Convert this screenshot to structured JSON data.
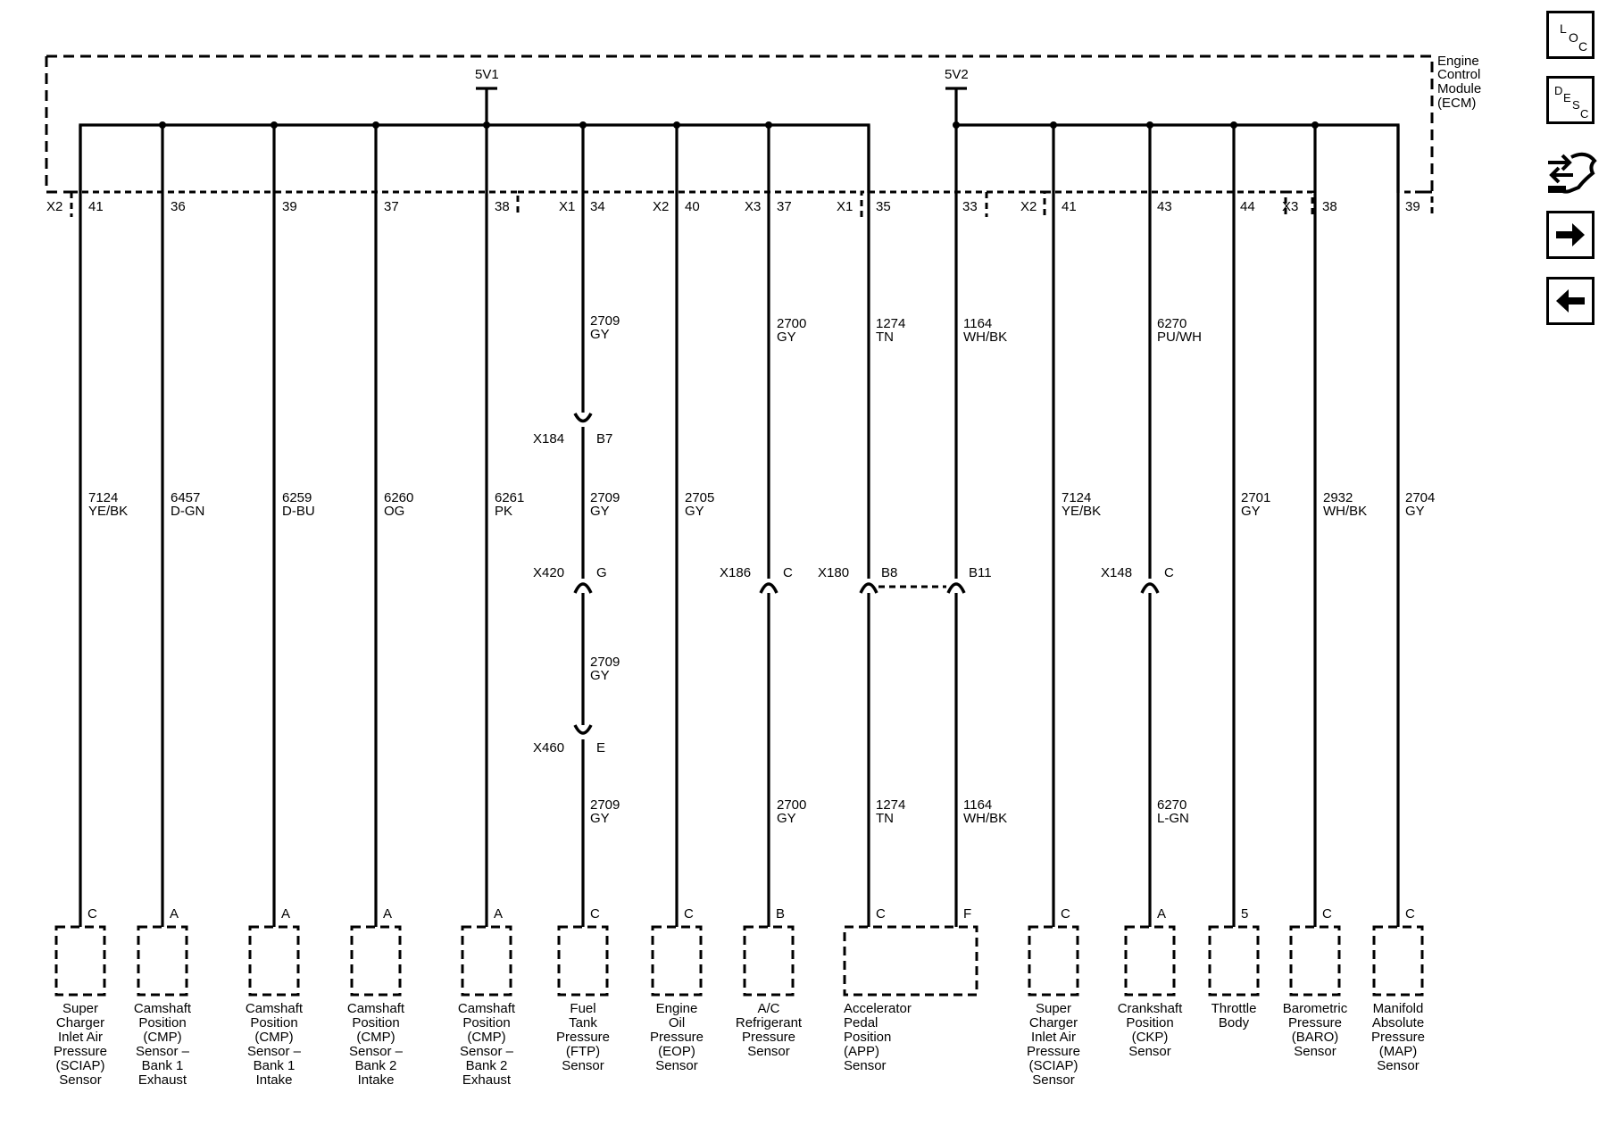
{
  "ecm": {
    "title_lines": [
      "Engine",
      "Control",
      "Module",
      "(ECM)"
    ],
    "supply_left": "5V1",
    "supply_right": "5V2"
  },
  "connectors": [
    "X2",
    "X1",
    "X2",
    "X3",
    "X1",
    "X2",
    "X3"
  ],
  "circuits": [
    {
      "pin": "41",
      "wire_top": [
        "7124",
        "YE/BK"
      ],
      "sensor_pin": "C"
    },
    {
      "pin": "36",
      "wire_top": [
        "6457",
        "D-GN"
      ],
      "sensor_pin": "A"
    },
    {
      "pin": "39",
      "wire_top": [
        "6259",
        "D-BU"
      ],
      "sensor_pin": "A"
    },
    {
      "pin": "37",
      "wire_top": [
        "6260",
        "OG"
      ],
      "sensor_pin": "A"
    },
    {
      "pin": "38",
      "wire_top": [
        "6261",
        "PK"
      ],
      "sensor_pin": "A"
    },
    {
      "pin": "34",
      "wire_upper": [
        "2709",
        "GY"
      ],
      "wire_mid": [
        "2709",
        "GY"
      ],
      "wire_mid2": [
        "2709",
        "GY"
      ],
      "wire_low": [
        "2709",
        "GY"
      ],
      "sensor_pin": "C"
    },
    {
      "pin": "40",
      "wire_top": [
        "2705",
        "GY"
      ],
      "sensor_pin": "C"
    },
    {
      "pin": "37",
      "wire_upper": [
        "2700",
        "GY"
      ],
      "wire_low": [
        "2700",
        "GY"
      ],
      "sensor_pin": "B"
    },
    {
      "pin": "35",
      "wire_upper": [
        "1274",
        "TN"
      ],
      "wire_low": [
        "1274",
        "TN"
      ],
      "sensor_pin": "C"
    },
    {
      "pin": "33",
      "wire_upper": [
        "1164",
        "WH/BK"
      ],
      "wire_low": [
        "1164",
        "WH/BK"
      ],
      "sensor_pin": "F"
    },
    {
      "pin": "41",
      "wire_top": [
        "7124",
        "YE/BK"
      ],
      "sensor_pin": "C"
    },
    {
      "pin": "43",
      "wire_upper": [
        "6270",
        "PU/WH"
      ],
      "wire_low": [
        "6270",
        "L-GN"
      ],
      "sensor_pin": "A"
    },
    {
      "pin": "44",
      "wire_top": [
        "2701",
        "GY"
      ],
      "sensor_pin": "5"
    },
    {
      "pin": "38",
      "wire_top": [
        "2932",
        "WH/BK"
      ],
      "sensor_pin": "C"
    },
    {
      "pin": "39",
      "wire_top": [
        "2704",
        "GY"
      ],
      "sensor_pin": "C"
    }
  ],
  "inline_connectors": [
    {
      "name": "X184",
      "pin": "B7"
    },
    {
      "name": "X420",
      "pin": "G"
    },
    {
      "name": "X460",
      "pin": "E"
    },
    {
      "name": "X186",
      "pin": "C"
    },
    {
      "name": "X180",
      "pin": "B8"
    },
    {
      "pin": "B11"
    },
    {
      "name": "X148",
      "pin": "C"
    }
  ],
  "sensors": [
    {
      "lines": [
        "Super",
        "Charger",
        "Inlet Air",
        "Pressure",
        "(SCIAP)",
        "Sensor"
      ]
    },
    {
      "lines": [
        "Camshaft",
        "Position",
        "(CMP)",
        "Sensor –",
        "Bank 1",
        "Exhaust"
      ]
    },
    {
      "lines": [
        "Camshaft",
        "Position",
        "(CMP)",
        "Sensor –",
        "Bank 1",
        "Intake"
      ]
    },
    {
      "lines": [
        "Camshaft",
        "Position",
        "(CMP)",
        "Sensor –",
        "Bank 2",
        "Intake"
      ]
    },
    {
      "lines": [
        "Camshaft",
        "Position",
        "(CMP)",
        "Sensor –",
        "Bank 2",
        "Exhaust"
      ]
    },
    {
      "lines": [
        "Fuel",
        "Tank",
        "Pressure",
        "(FTP)",
        "Sensor"
      ]
    },
    {
      "lines": [
        "Engine",
        "Oil",
        "Pressure",
        "(EOP)",
        "Sensor"
      ]
    },
    {
      "lines": [
        "A/C",
        "Refrigerant",
        "Pressure",
        "Sensor"
      ]
    },
    {
      "lines": [
        "Accelerator",
        "Pedal",
        "Position",
        "(APP)",
        "Sensor"
      ]
    },
    {
      "lines": [
        "Super",
        "Charger",
        "Inlet Air",
        "Pressure",
        "(SCIAP)",
        "Sensor"
      ]
    },
    {
      "lines": [
        "Crankshaft",
        "Position",
        "(CKP)",
        "Sensor"
      ]
    },
    {
      "lines": [
        "Throttle",
        "Body"
      ]
    },
    {
      "lines": [
        "Barometric",
        "Pressure",
        "(BARO)",
        "Sensor"
      ]
    },
    {
      "lines": [
        "Manifold",
        "Absolute",
        "Pressure",
        "(MAP)",
        "Sensor"
      ]
    }
  ],
  "nav": {
    "loc": [
      "L",
      "O",
      "C"
    ],
    "desc": [
      "D",
      "E",
      "S",
      "C"
    ]
  }
}
